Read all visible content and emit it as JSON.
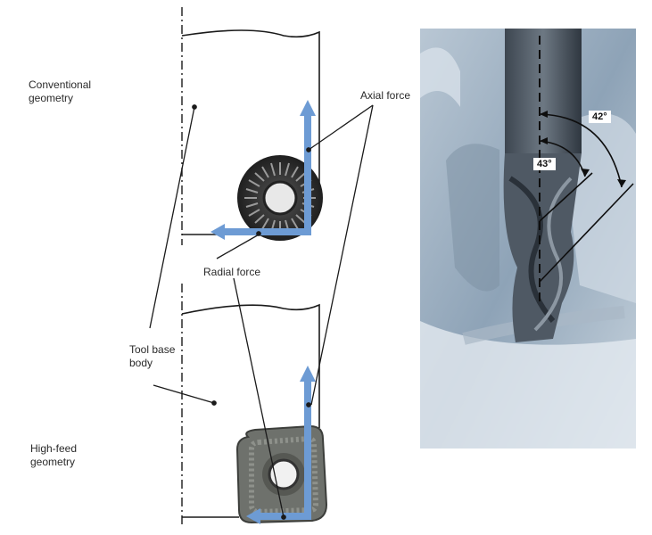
{
  "labels": {
    "conventional": "Conventional\ngeometry",
    "axial_force": "Axial force",
    "radial_force": "Radial force",
    "tool_base_body": "Tool base\nbody",
    "high_feed": "High-feed\ngeometry"
  },
  "angles": {
    "outer": "42°",
    "inner": "43°"
  },
  "colors": {
    "force_arrow": "#6d9bd4",
    "line": "#1a1a1a",
    "insert_dark": "#3a3a3a",
    "insert_grey": "#6e716c",
    "photo_bg": "#9fb2c4"
  }
}
